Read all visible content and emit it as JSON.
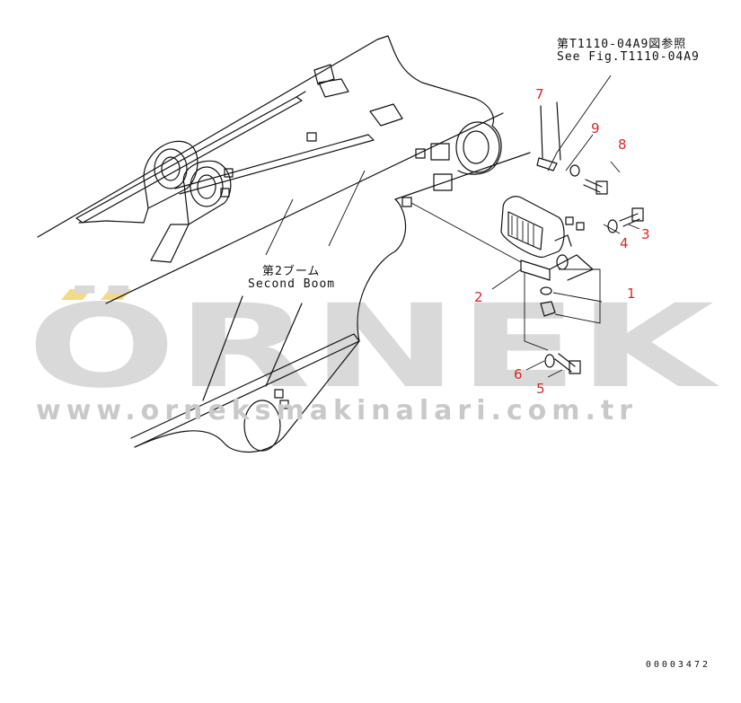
{
  "watermark": {
    "brand": "ÖRNEK",
    "url": "www.orneksmakinalari.com.tr",
    "brand_color": "#d9d9d9",
    "accent_color": "#f3d98a"
  },
  "reference": {
    "jp": "第T1110-04A9図参照",
    "en": "See Fig.T1110-04A9"
  },
  "boom_label": {
    "jp": "第2ブーム",
    "en": "Second Boom"
  },
  "callouts": [
    "1",
    "2",
    "3",
    "4",
    "5",
    "6",
    "7",
    "8",
    "9"
  ],
  "document_number": "00003472"
}
